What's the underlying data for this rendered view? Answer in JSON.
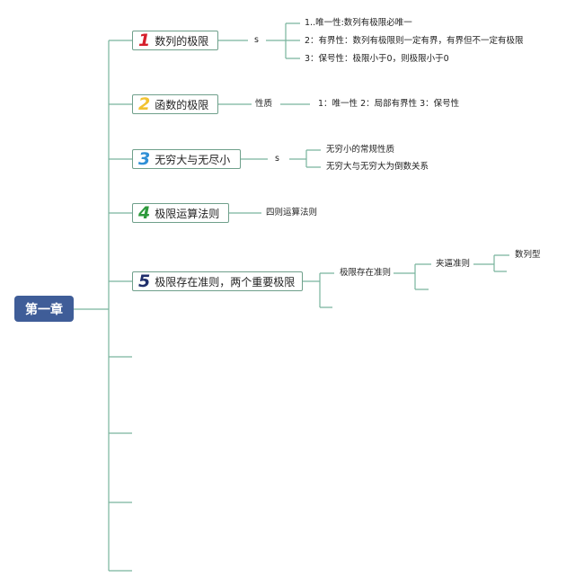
{
  "root": "第一章",
  "colors": {
    "n1": "#d6202c",
    "n2": "#f2c230",
    "n3": "#2f8fd6",
    "n4": "#2d9a3c",
    "n5": "#1f2f6b",
    "line": "#79b39d",
    "root_bg": "#3f5d98"
  },
  "topics": [
    {
      "num": "1",
      "label": "数列的极限",
      "mid": "s",
      "subs": [
        "1..唯一性:数列有极限必唯一",
        "2：有界性：数列有极限则一定有界，有界但不一定有极限",
        "3：保号性：极限小于0，则极限小于0"
      ]
    },
    {
      "num": "2",
      "label": "函数的极限",
      "mid": "性质",
      "subs": [
        "1：唯一性 2：局部有界性 3：保号性"
      ]
    },
    {
      "num": "3",
      "label": "无穷大与无尽小",
      "mid": "s",
      "subs": [
        "无穷小的常规性质",
        "无穷大与无穷大为倒数关系"
      ]
    },
    {
      "num": "4",
      "label": "极限运算法则",
      "subs": [
        "四则运算法则"
      ]
    },
    {
      "num": "5",
      "label": "极限存在准则，两个重要极限",
      "sub": "极限存在准则",
      "sub2": "夹逼准则",
      "sub3": "数列型"
    }
  ]
}
